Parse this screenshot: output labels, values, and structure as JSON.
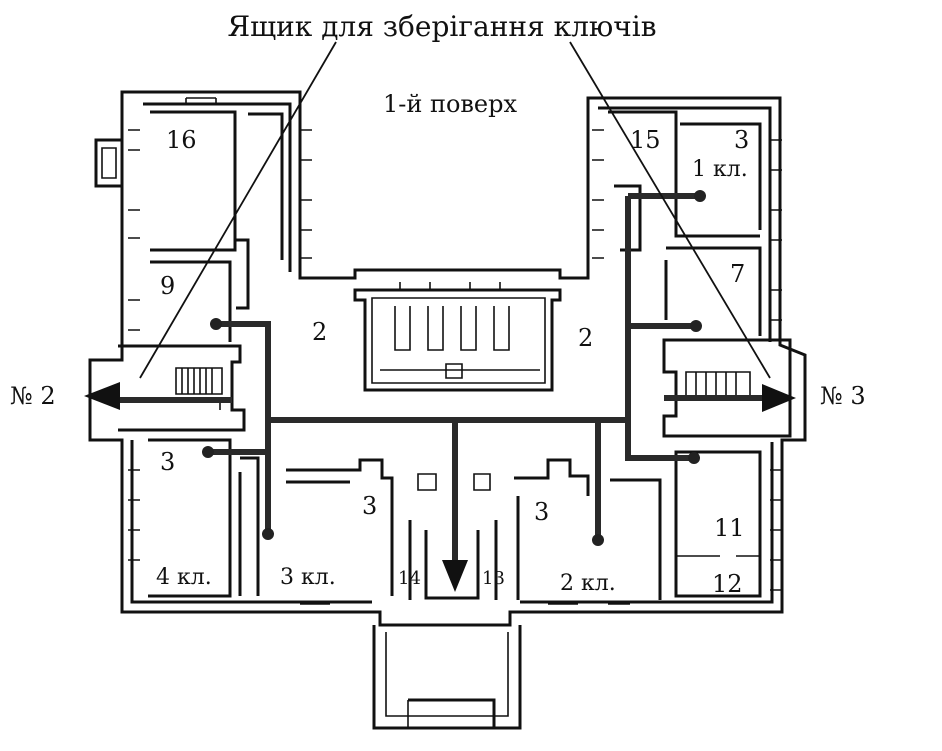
{
  "title": "Ящик для зберігання ключів",
  "floor": "1-й поверх",
  "exits": {
    "left": "№ 2",
    "right": "№ 3"
  },
  "rooms": {
    "r16": "16",
    "r15": "15",
    "r9": "9",
    "r7": "7",
    "corr_left": "2",
    "corr_right": "2",
    "r3_top_right": "3",
    "cls1": "1 кл.",
    "r3_left": "3",
    "cls4": "4 кл.",
    "r3_center": "3",
    "cls3": "3 кл.",
    "r14": "14",
    "r13": "13",
    "r3_right": "3",
    "cls2": "2 кл.",
    "r11": "11",
    "r12": "12"
  }
}
